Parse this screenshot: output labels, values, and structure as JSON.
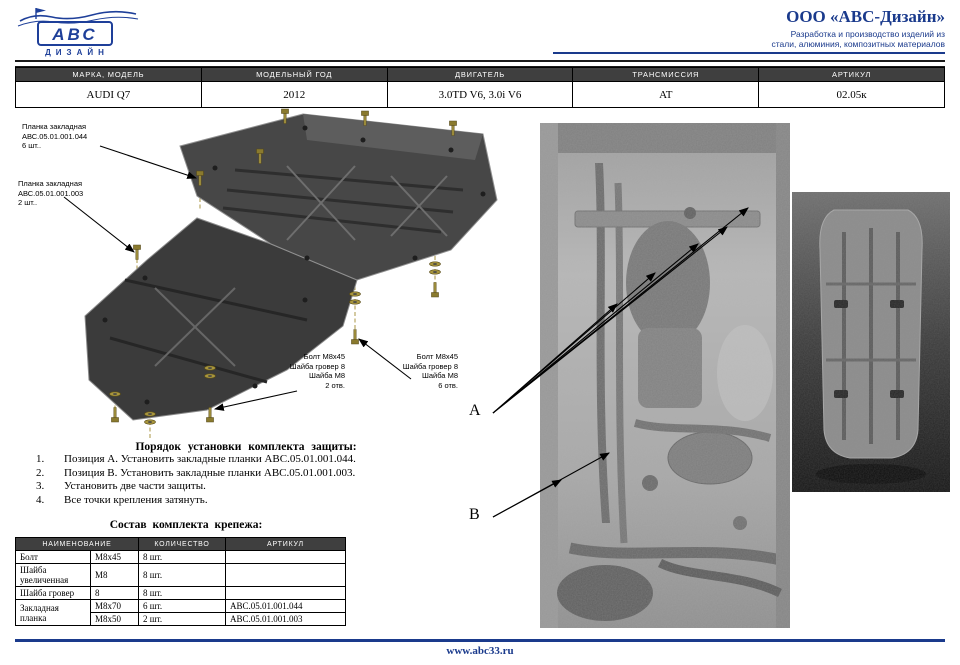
{
  "colors": {
    "brand_blue": "#1a3a8c",
    "table_header_bg": "#3f3f3f"
  },
  "header": {
    "logo_main": "АВС",
    "logo_sub": "ДИЗАЙН",
    "company": "ООО «АВС-Дизайн»",
    "tagline1": "Разработка и производство изделий из",
    "tagline2": "стали, алюминия, композитных материалов"
  },
  "spec": {
    "headers": [
      "МАРКА, МОДЕЛЬ",
      "МОДЕЛЬНЫЙ ГОД",
      "ДВИГАТЕЛЬ",
      "ТРАНСМИССИЯ",
      "АРТИКУЛ"
    ],
    "values": [
      "AUDI Q7",
      "2012",
      "3.0TD V6, 3.0i V6",
      "AT",
      "02.05к"
    ]
  },
  "callouts": {
    "plate1": {
      "l1": "Планка закладная",
      "l2": "АВС.05.01.001.044",
      "l3": "6 шт.."
    },
    "plate2": {
      "l1": "Планка закладная",
      "l2": "АВС.05.01.001.003",
      "l3": "2 шт.."
    },
    "bolt1": {
      "l1": "Болт М8х45",
      "l2": "Шайба гровер 8",
      "l3": "Шайба М8",
      "l4": "2 отв."
    },
    "bolt2": {
      "l1": "Болт М8х45",
      "l2": "Шайба гровер 8",
      "l3": "Шайба М8",
      "l4": "6 отв."
    },
    "label_a": "А",
    "label_b": "В"
  },
  "instructions": {
    "title": "Порядок установки комплекта защиты:",
    "items": [
      {
        "num": "1.",
        "text": "Позиция А. Установить закладные планки АВС.05.01.001.044."
      },
      {
        "num": "2.",
        "text": "Позиция В. Установить закладные планки АВС.05.01.001.003."
      },
      {
        "num": "3.",
        "text": "Установить две части защиты."
      },
      {
        "num": "4.",
        "text": "Все точки крепления затянуть."
      }
    ]
  },
  "hardware": {
    "title": "Состав комплекта крепежа:",
    "headers": [
      "НАИМЕНОВАНИЕ",
      "КОЛИЧЕСТВО",
      "АРТИКУЛ"
    ],
    "rows": [
      {
        "name": "Болт",
        "size": "М8х45",
        "qty": "8 шт.",
        "article": ""
      },
      {
        "name": "Шайба увеличенная",
        "size": "М8",
        "qty": "8 шт.",
        "article": ""
      },
      {
        "name": "Шайба гровер",
        "size": "8",
        "qty": "8 шт.",
        "article": ""
      }
    ],
    "group_row": {
      "name": "Закладная планка",
      "subs": [
        {
          "size": "М8х70",
          "qty": "6 шт.",
          "article": "АВС.05.01.001.044"
        },
        {
          "size": "М8х50",
          "qty": "2 шт.",
          "article": "АВС.05.01.001.003"
        }
      ]
    }
  },
  "footer": {
    "url": "www.abc33.ru"
  }
}
